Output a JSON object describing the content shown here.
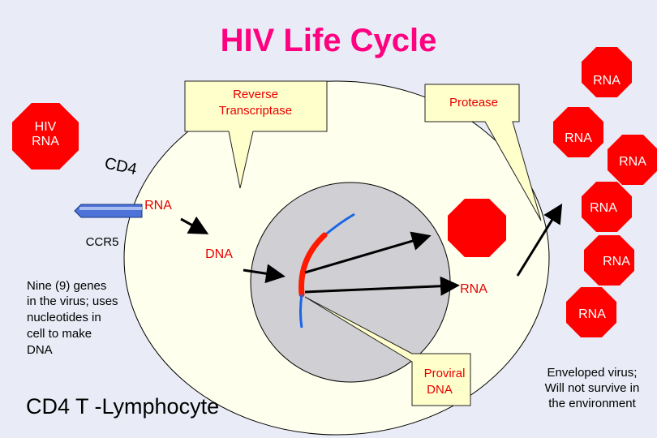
{
  "title": "HIV Life Cycle",
  "colors": {
    "background": "#e9ecf6",
    "title": "#ff0080",
    "octagon": "#ff0000",
    "callout_fill": "#ffffcc",
    "cell_fill": "#ffffee",
    "nucleus_fill": "#d0d0d4",
    "dna_strand": "#ff1a00",
    "rna_strand": "#1a66e6",
    "receptor_blue": "#4d73d9"
  },
  "labels": {
    "hiv_rna": [
      "HIV",
      "RNA"
    ],
    "cd4": "CD4",
    "ccr5": "CCR5",
    "rna_left": "RNA",
    "dna_left": "DNA",
    "rna_nucleus": "RNA",
    "rna_top_right": "RNA",
    "rna_mid_right": "RNA",
    "rna_far_right": "RNA",
    "rna_right_1": "RNA",
    "rna_right_2": "RNA",
    "rna_right_3": "RNA",
    "cell_name": "CD4 T -Lymphocyte"
  },
  "callouts": {
    "reverse_transcriptase": [
      "Reverse",
      "Transcriptase"
    ],
    "protease": "Protease",
    "proviral_dna": [
      "Proviral",
      "DNA"
    ]
  },
  "notes": {
    "genes": [
      "Nine (9) genes",
      "in the virus; uses",
      "nucleotides in",
      "cell to make",
      "DNA"
    ],
    "enveloped": [
      "Enveloped virus;",
      "Will not survive in",
      "the environment"
    ]
  },
  "icons": {
    "octagon": "stop-octagon-icon",
    "arrow": "arrow-icon"
  }
}
